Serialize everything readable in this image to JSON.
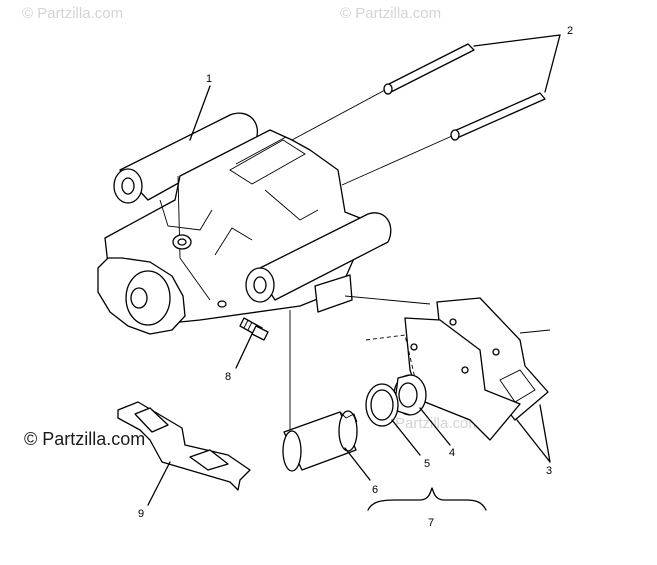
{
  "watermarks": {
    "top_left": "© Partzilla.com",
    "top_mid": "© Partzilla.com",
    "left_main": "© Partzilla.com",
    "center": "Partzilla.com"
  },
  "callouts": {
    "c1": "1",
    "c2": "2",
    "c3": "3",
    "c4": "4",
    "c5": "5",
    "c6": "6",
    "c7": "7",
    "c8": "8",
    "c9": "9"
  }
}
